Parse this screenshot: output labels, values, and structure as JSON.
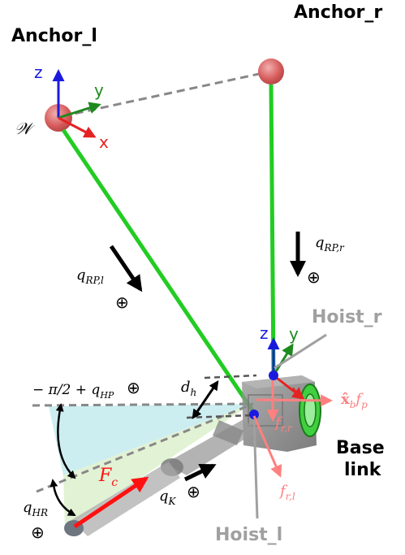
{
  "labels": {
    "anchor_l": "Anchor_l",
    "anchor_r": "Anchor_r",
    "hoist_r": "Hoist_r",
    "hoist_l": "Hoist_l",
    "base_link_1": "Base",
    "base_link_2": "link",
    "world_frame": "𝒲"
  },
  "world_axes": {
    "x": "x",
    "y": "y",
    "z": "z"
  },
  "hoist_axes": {
    "x": "x",
    "y": "y",
    "z": "z"
  },
  "math": {
    "q_rp_r": "q",
    "q_rp_r_sub": "RP,r",
    "q_rp_l": "q",
    "q_rp_l_sub": "RP,l",
    "hp_prefix": "− π/2 + q",
    "hp_sub": "HP",
    "d_h": "d",
    "d_h_sub": "h",
    "f_c": "F",
    "f_c_sub": "c",
    "q_k": "q",
    "q_k_sub": "K",
    "q_hr": "q",
    "q_hr_sub": "HR",
    "f_rr": "f",
    "f_rr_sub": "r,r",
    "f_rl": "f",
    "f_rl_sub": "r,l",
    "xb_fp": "x̂",
    "xb_fp_sub": "b",
    "xb_fp_tail": "f",
    "xb_fp_tail_sub": "p",
    "oplus": "⊕"
  },
  "colors": {
    "cable": "#22cc22",
    "anchor": "#e06060",
    "red_arrow": "#ff1111",
    "force_pink": "#ff8080",
    "axis_blue": "#1a1adf",
    "axis_green": "#1e8a1e",
    "axis_red": "#e52222",
    "gray_label": "#a0a0a0",
    "wedge_blue": "#cdeef0",
    "wedge_green": "#e2f2d4"
  }
}
